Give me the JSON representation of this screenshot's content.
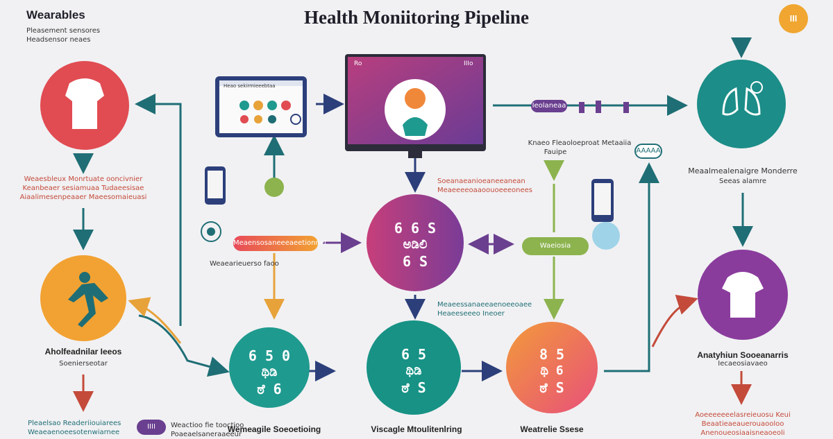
{
  "header": {
    "title": "Health Moniitoring Pipeline",
    "brand": "Wearables",
    "brand_sub": "Pleasement sensores\nHeadsensor neaes",
    "badge": "III"
  },
  "nodes": {
    "wearable_sensor": {
      "color": "#e04c52"
    },
    "activity": {
      "color": "#f2a232"
    },
    "analysis_hub": {
      "line1": "6 6 S",
      "line2": "ಅಡಿಲಿ",
      "line3": "6 S",
      "color_a": "#c63f7a",
      "color_b": "#7a3c97"
    },
    "step_one": {
      "line1": "6 5 0",
      "line2": "ಥಿಡಿ",
      "line3": "ಠೆ 6",
      "color": "#1f9a8f"
    },
    "step_two": {
      "line1": "6 5",
      "line2": "ಥಿಡಿ",
      "line3": "ಠೆ S",
      "color": "#179285"
    },
    "step_three": {
      "line1": "8 5",
      "line2": "ಥಿ 6",
      "line3": "ಠೆ S",
      "color_a": "#f07c3a",
      "color_b": "#e8507a"
    },
    "lungs": {
      "color": "#1c8d88"
    },
    "body_monitor": {
      "color": "#8a3c9d"
    }
  },
  "labels": {
    "left_mid": "Weaesbleux Monrtuate ooncivnier\nKeanbeaer sesiamuaa Tudaeesisae\nAiaalimesenpeaaer Maeesomaieuasi",
    "left_bottom_a": "Aholfeadnilar Ieeos",
    "left_bottom_b": "Soenierseotar",
    "bottom_left": "Pleaelsao Readeriiouiarees\nWeaeaenoeesotenwiarnee",
    "bottom_pill": "IIII",
    "bottom_left_b": "Weactioo fie tooctioo\nPoaeaelsaneraaeeur",
    "bottom_c1": "Wemeagile Soeoetioing",
    "bottom_c2": "Viscagle Mtoulitenlring",
    "bottom_c3": "Weatrelie Ssese",
    "right_mid_a": "Meaalmealenaigre Monderre",
    "right_mid_b": "Seeas alamre",
    "right_bottom_a": "Anatyhiun Sooeanarris",
    "right_bottom_b": "Iecaeosiavaeo",
    "bottom_right": "Aoeeeeeeelasreieuosu Keui\nBeaatieaeauerouaooloo\nAnenoueosiaaisneaoeoli",
    "top_center_note_a": "Knaeo Fleaoloeproat Metaaiia",
    "top_center_note_b": "Fauipe",
    "mid_red_note": "Soeanaeanioeaneeanean\nMeaeeeeoaaoouoeeeonees",
    "mid_blue_note": "Meaeessanaeeaenoeeoaee\nHeaeeseeeo Ineoer",
    "small_note": "Weaearieuerso faoo"
  },
  "pills": {
    "orange": {
      "text": "Meaensosaneeeaeetionnet",
      "color_a": "#e84a5a",
      "color_b": "#f2a232"
    },
    "green": {
      "text": "Waeiosia",
      "color": "#8cb34e"
    },
    "purple_top": {
      "text": "Ieolaneaa",
      "color": "#6a3f8f"
    },
    "lens": {
      "text": "AAAAA"
    }
  },
  "screens": {
    "monitor_left_title": "Heao sekirmieeebtaa",
    "monitor_main_title": "Ro",
    "monitor_main_right": "IIIo"
  },
  "colors": {
    "teal_line": "#1f6e75",
    "orange_line": "#e7a23a",
    "navy_line": "#2c3f7a",
    "purple_line": "#6b3f8f",
    "red_line": "#c44a3a",
    "green_line": "#6b9b3a"
  }
}
